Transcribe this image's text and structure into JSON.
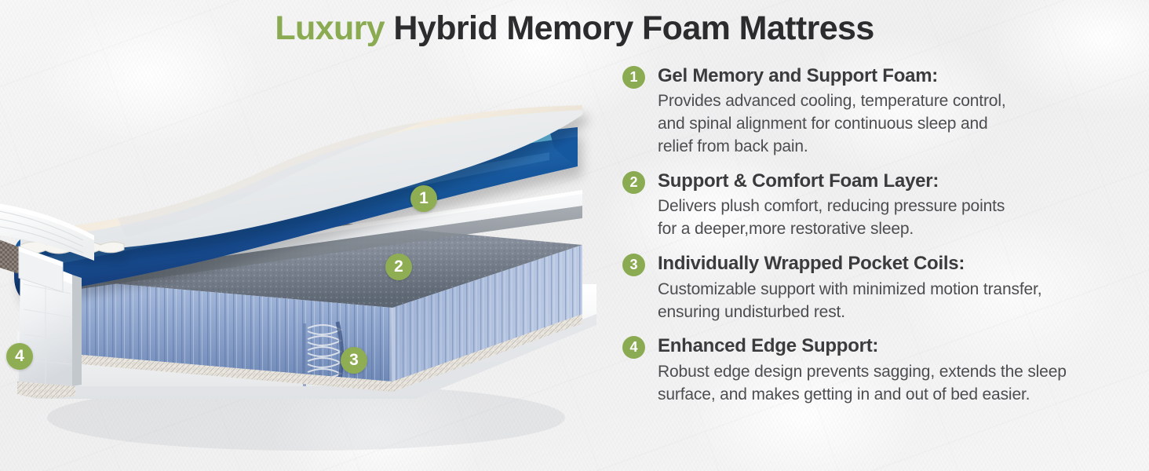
{
  "title": {
    "accent_word": "Luxury",
    "rest": " Hybrid Memory Foam Mattress"
  },
  "colors": {
    "accent_green": "#8aab52",
    "badge_green": "#8fae54",
    "heading_text": "#3b3b3d",
    "body_text": "#4d4d50",
    "background": "#f4f4f4",
    "gel_top_cyan": "#5bbce8",
    "gel_deep_blue": "#11356e",
    "coil_blue": "#8fa6cc",
    "cover_white": "#f3f3f1"
  },
  "product_image": {
    "alt": "Cutaway view of a hybrid mattress showing peeled-back cover, blue gel memory foam layer, white support foam layer, and pocket coil core",
    "callouts": [
      {
        "number": "1",
        "target": "gel-memory-foam-layer"
      },
      {
        "number": "2",
        "target": "support-comfort-foam-layer"
      },
      {
        "number": "3",
        "target": "pocket-coil-layer"
      },
      {
        "number": "4",
        "target": "edge-support-layer"
      }
    ]
  },
  "features": [
    {
      "number": "1",
      "title": "Gel Memory and Support Foam:",
      "body": "Provides advanced cooling, temperature control,\nand spinal alignment for continuous sleep and\nrelief from back pain."
    },
    {
      "number": "2",
      "title": "Support & Comfort Foam Layer:",
      "body": "Delivers plush comfort, reducing pressure points\nfor a deeper,more restorative sleep."
    },
    {
      "number": "3",
      "title": "Individually Wrapped Pocket Coils:",
      "body": "Customizable support with minimized motion transfer,\nensuring undisturbed rest."
    },
    {
      "number": "4",
      "title": "Enhanced Edge Support:",
      "body": "Robust edge design prevents sagging, extends the sleep\nsurface, and makes getting in and out of bed easier."
    }
  ]
}
